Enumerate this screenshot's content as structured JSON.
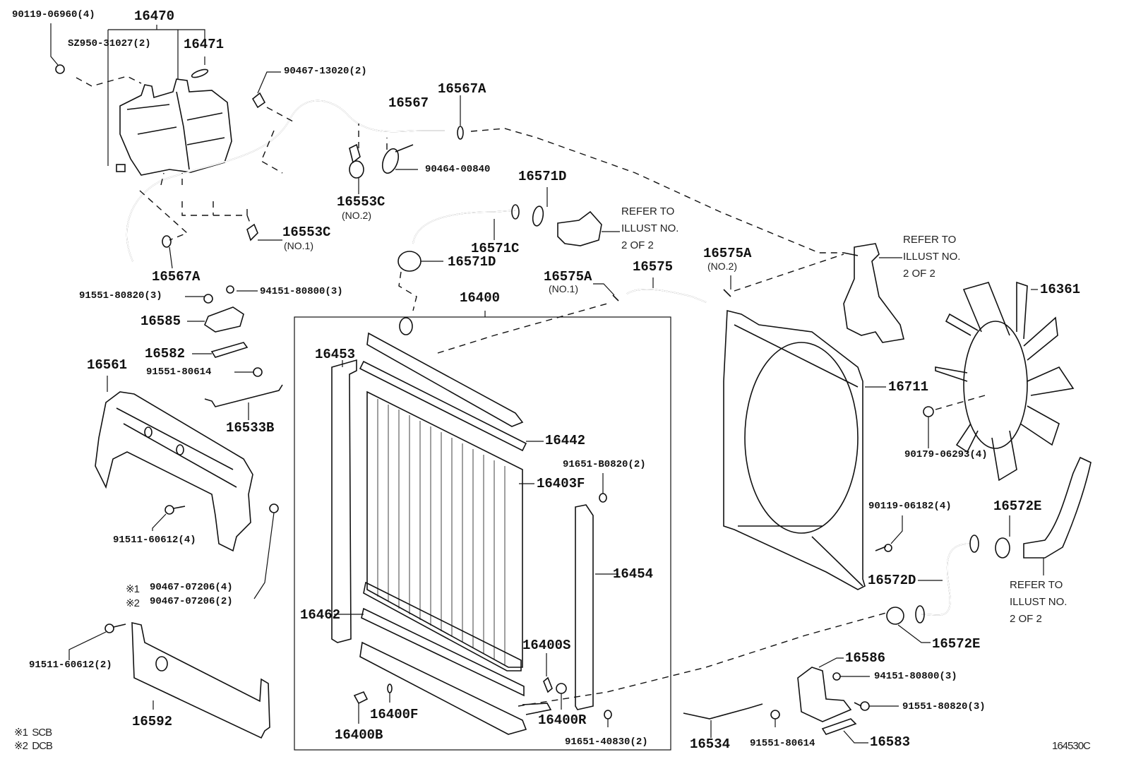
{
  "diagram": {
    "title": "Radiator & Water Outlet parts diagram",
    "figure_code": "164530C",
    "legend": [
      {
        "mark": "※1",
        "text": "SCB"
      },
      {
        "mark": "※2",
        "text": "DCB"
      }
    ],
    "refer_note": {
      "line1": "REFER TO",
      "line2": "ILLUST NO.",
      "line3": "2 OF 2"
    },
    "labels": {
      "p90119_06960": "90119-06960(4)",
      "p16470": "16470",
      "psz950": "SZ950-31027(2)",
      "p16471": "16471",
      "p90467_13020": "90467-13020(2)",
      "p16567A_top": "16567A",
      "p16567": "16567",
      "p90464_00840": "90464-00840",
      "p16553C_no2": "16553C",
      "p16553C_no2_sub": "(NO.2)",
      "p16553C_no1": "16553C",
      "p16553C_no1_sub": "(NO.1)",
      "p16567A_bottom": "16567A",
      "p16571D_top": "16571D",
      "p16571C": "16571C",
      "p16571D_bottom": "16571D",
      "p16575A_no1": "16575A",
      "p16575A_no1_sub": "(NO.1)",
      "p16575": "16575",
      "p16575A_no2": "16575A",
      "p16575A_no2_sub": "(NO.2)",
      "p91551_80820_left": "91551-80820(3)",
      "p94151_80800_left": "94151-80800(3)",
      "p16585": "16585",
      "p16582": "16582",
      "p91551_80614_left": "91551-80614",
      "p16533B": "16533B",
      "p16561": "16561",
      "p91511_60612_4": "91511-60612(4)",
      "p90467_07206_1": "90467-07206(4)",
      "p90467_07206_2": "90467-07206(2)",
      "mark1": "※1",
      "mark2": "※2",
      "p91511_60612_2": "91511-60612(2)",
      "p16592": "16592",
      "p16400": "16400",
      "p16453": "16453",
      "p16442": "16442",
      "p16403F": "16403F",
      "p91651_B0820": "91651-B0820(2)",
      "p16454": "16454",
      "p16462": "16462",
      "p16400S": "16400S",
      "p16400F": "16400F",
      "p16400R": "16400R",
      "p16400B": "16400B",
      "p91651_40830": "91651-40830(2)",
      "p16361": "16361",
      "p16711": "16711",
      "p90179_06293": "90179-06293(4)",
      "p90119_06182": "90119-06182(4)",
      "p16572E_top": "16572E",
      "p16572D": "16572D",
      "p16572E_bottom": "16572E",
      "p16586": "16586",
      "p94151_80800_right": "94151-80800(3)",
      "p91551_80820_right": "91551-80820(3)",
      "p16534": "16534",
      "p91551_80614_right": "91551-80614",
      "p16583": "16583"
    }
  }
}
